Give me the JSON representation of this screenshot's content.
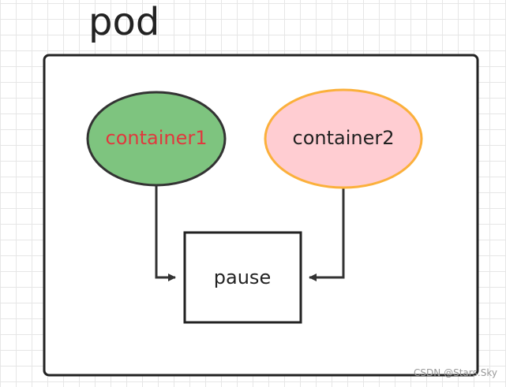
{
  "title": "pod",
  "nodes": {
    "container1": {
      "label": "container1",
      "fill": "#7ec47f",
      "stroke": "#333333",
      "text_color": "#e0393e"
    },
    "container2": {
      "label": "container2",
      "fill": "#ffcdd2",
      "stroke": "#fbb03b",
      "text_color": "#222222"
    },
    "pause": {
      "label": "pause",
      "fill": "#ffffff",
      "stroke": "#222222",
      "text_color": "#222222"
    }
  },
  "edges": [
    {
      "from": "container1",
      "to": "pause"
    },
    {
      "from": "container2",
      "to": "pause"
    }
  ],
  "watermark": "CSDN @Stars.Sky"
}
